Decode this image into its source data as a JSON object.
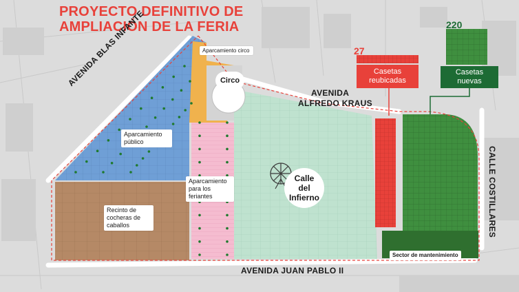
{
  "title": {
    "line1": "PROYECTO DEFINITIVO DE",
    "line2": "AMPLIACIÓN DE LA FERIA"
  },
  "roads": {
    "blas_infante": "AVENIDA BLAS INFANTE",
    "alfredo_kraus_1": "AVENIDA",
    "alfredo_kraus_2": "ALFREDO KRAUS",
    "juan_pablo": "AVENIDA JUAN PABLO II",
    "costillares": "CALLE COSTILLARES"
  },
  "areas": {
    "aparcamiento_circo": "Aparcamiento circo",
    "circo": "Circo",
    "aparcamiento_publico": "Aparcamiento público",
    "aparcamiento_feriantes": "Aparcamiento para los feriantes",
    "recinto_cocheras": "Recinto de cocheras de caballos",
    "calle_infierno": "Calle del Infierno",
    "sector_mantenimiento": "Sector de mantenimiento"
  },
  "legend": {
    "reubicadas": {
      "count": "27",
      "label": "Casetas reubicadas",
      "color": "#e8413a"
    },
    "nuevas": {
      "count": "220",
      "label": "Casetas nuevas",
      "color": "#1d6b34"
    }
  },
  "colors": {
    "parking_publico": "#6f9fd6",
    "circo_parking": "#f0b24d",
    "feriantes": "#f5bcd0",
    "cocheras": "#b58966",
    "infierno": "#bfe2cf",
    "nuevas_zone": "#3f8f3f",
    "reubicadas_zone": "#e8413a"
  }
}
